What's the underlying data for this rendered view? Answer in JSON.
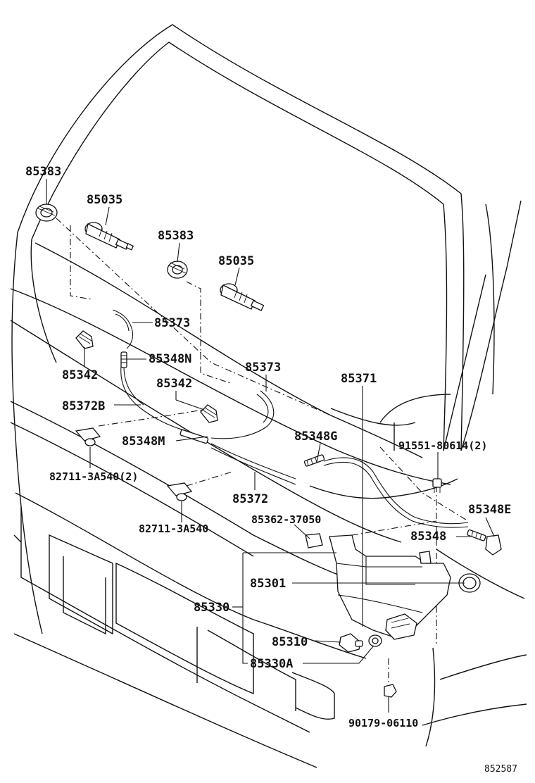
{
  "figure_number": "852587",
  "labels": {
    "p85383_a": "85383",
    "p85035_a": "85035",
    "p85383_b": "85383",
    "p85035_b": "85035",
    "p85373_a": "85373",
    "p85348N": "85348N",
    "p85342_a": "85342",
    "p85373_b": "85373",
    "p85342_b": "85342",
    "p85371": "85371",
    "p85372B": "85372B",
    "p85348M": "85348M",
    "p85348G": "85348G",
    "p91551": "91551-80614(2)",
    "p82711_a": "82711-3A540(2)",
    "p85372": "85372",
    "p85348E": "85348E",
    "p85362": "85362-37050",
    "p82711_b": "82711-3A540",
    "p85348": "85348",
    "p85301": "85301",
    "p85330": "85330",
    "p85310": "85310",
    "p85330A": "85330A",
    "p90179": "90179-06110"
  }
}
